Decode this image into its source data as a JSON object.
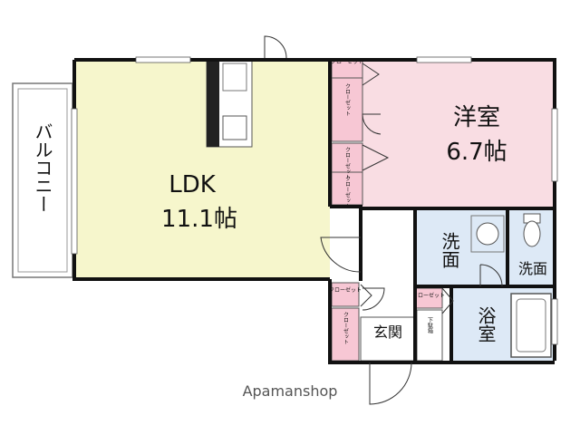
{
  "colors": {
    "ldk": "#f6f6cc",
    "bedroom": "#f9dde3",
    "closet": "#f7c7d4",
    "bath": "#dde9f6",
    "wall": "#111111",
    "balcony_fill": "#ffffff",
    "watermark": "#555555"
  },
  "rooms": {
    "ldk": {
      "name": "LDK",
      "size": "11.1帖"
    },
    "bedroom": {
      "name": "洋室",
      "size": "6.7帖"
    },
    "washroom_large": {
      "name": "洗面"
    },
    "washroom_small": {
      "name": "洗面"
    },
    "bath": {
      "name": "浴室"
    },
    "entrance": {
      "name": "玄関"
    },
    "balcony": {
      "name": "バルコニー"
    },
    "shoe_box": {
      "name": "下駄箱"
    }
  },
  "closet_label": "クローゼット",
  "watermark": "Apamanshop"
}
